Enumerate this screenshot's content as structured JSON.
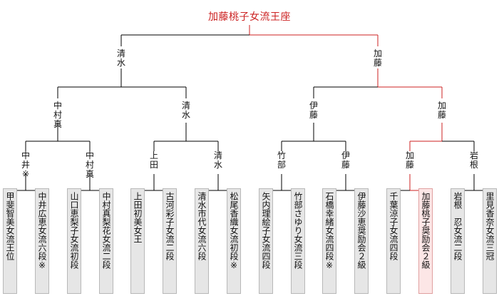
{
  "title": "加藤桃子女流王座",
  "colors": {
    "winner_path": "#cc2222",
    "line": "#000000",
    "box": "#e6e6e6",
    "box_winner": "#fce6e6"
  },
  "round_labels": {
    "final": [
      {
        "text": "清\n水"
      },
      {
        "text": "加\n藤"
      }
    ],
    "semifinal": [
      {
        "text": "中\n村\n真"
      },
      {
        "text": "清\n水"
      },
      {
        "text": "伊\n藤"
      },
      {
        "text": "加\n藤"
      }
    ],
    "quarterfinal": [
      {
        "text": "中\n井\n※"
      },
      {
        "text": "中\n村\n真"
      },
      {
        "text": "上\n田"
      },
      {
        "text": "清\n水"
      },
      {
        "text": "竹\n部"
      },
      {
        "text": "伊\n藤"
      },
      {
        "text": "加\n藤"
      },
      {
        "text": "岩\n根"
      }
    ]
  },
  "players": [
    {
      "name": "甲斐智美女流王位"
    },
    {
      "name": "中井広恵女流六段※"
    },
    {
      "name": "山口恵梨子女流初段"
    },
    {
      "name": "中村真梨花女流二段"
    },
    {
      "name": "上田初美女王"
    },
    {
      "name": "古河彩子女流二段"
    },
    {
      "name": "清水市代女流六段"
    },
    {
      "name": "松尾香織女流初段※"
    },
    {
      "name": "矢内理絵子女流四段"
    },
    {
      "name": "竹部さゆり女流三段"
    },
    {
      "name": "石橋幸緒女流四段※"
    },
    {
      "name": "伊藤沙恵奨励会２級"
    },
    {
      "name": "千葉涼子女流四段"
    },
    {
      "name": "加藤桃子奨励会２級"
    },
    {
      "name": "岩根　忍女流二段"
    },
    {
      "name": "里見香奈女流三冠"
    }
  ]
}
